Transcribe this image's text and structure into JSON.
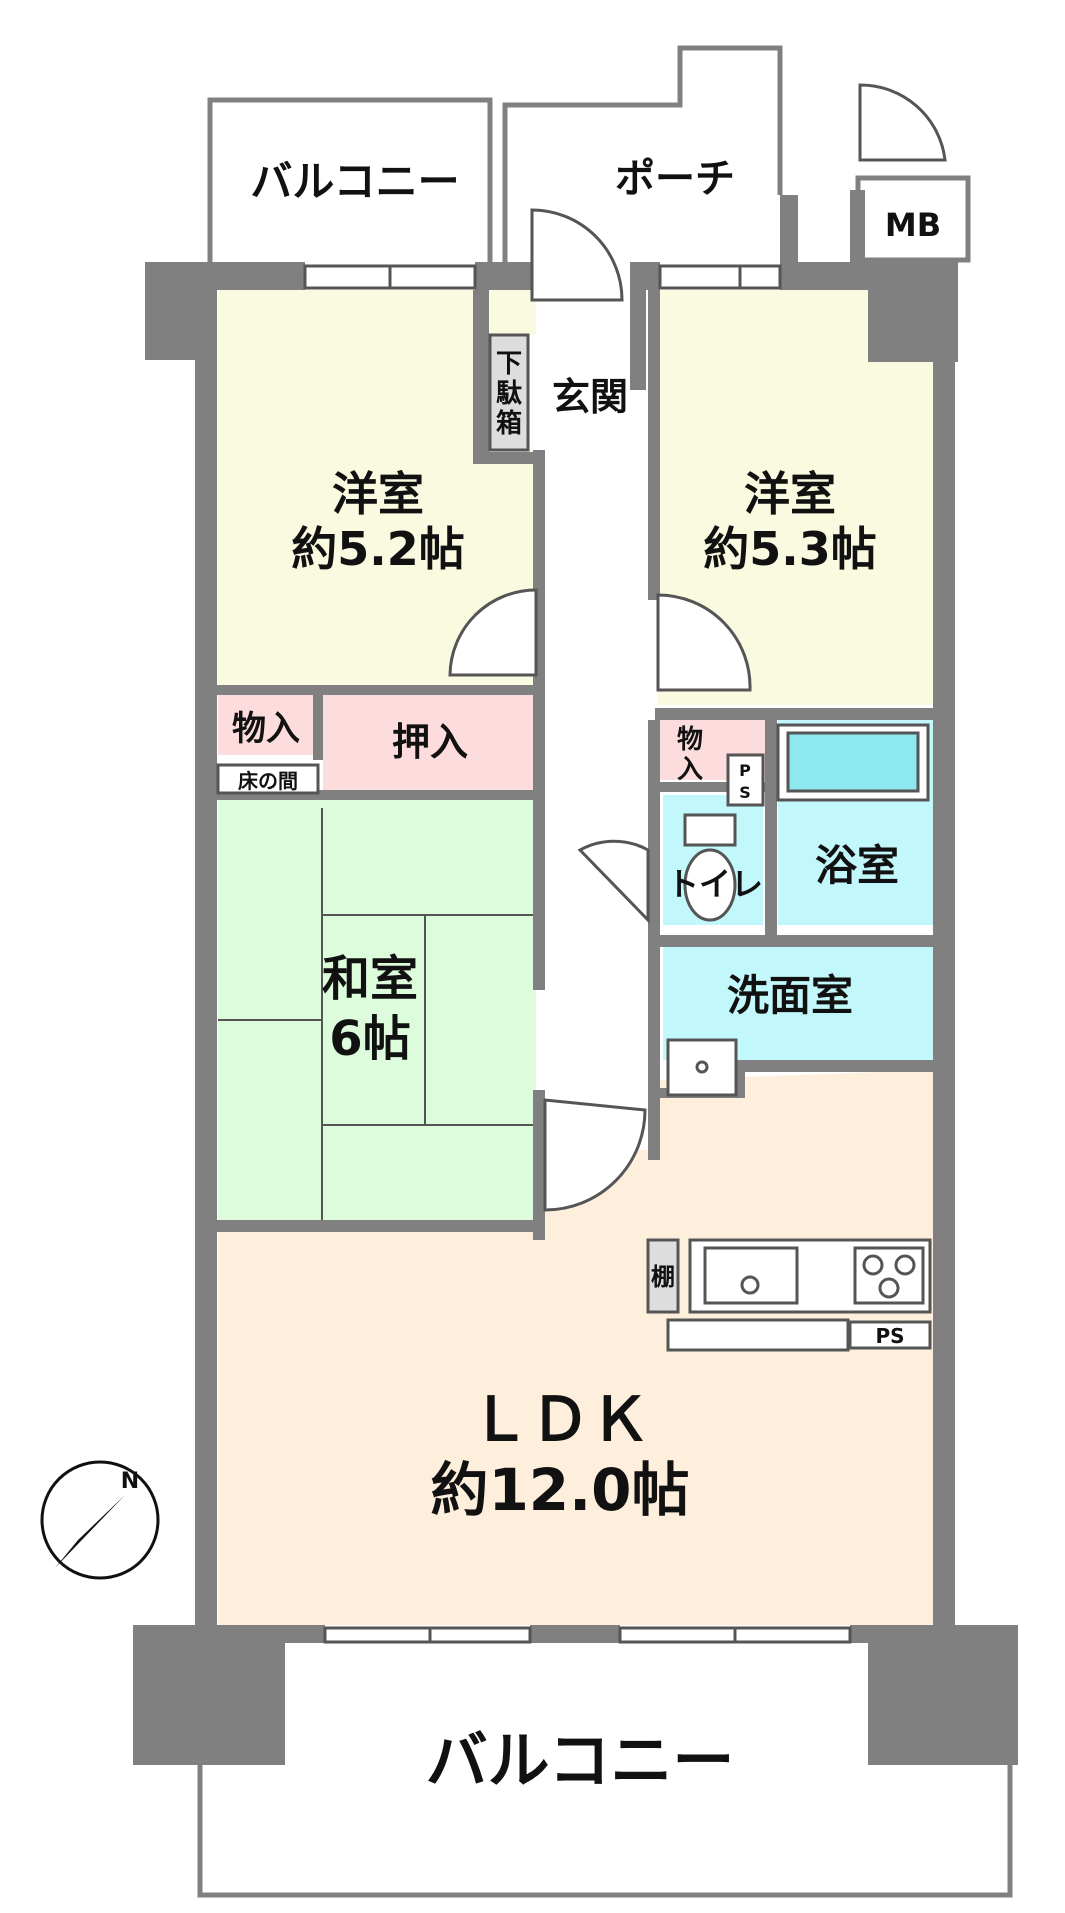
{
  "rooms": {
    "balcony_top": "バルコニー",
    "porch": "ポーチ",
    "mb": "MB",
    "genkan": "玄関",
    "getabako": [
      "下",
      "駄",
      "箱"
    ],
    "western_left": {
      "name": "洋室",
      "size": "約5.2帖"
    },
    "western_right": {
      "name": "洋室",
      "size": "約5.3帖"
    },
    "storage_left": "物入",
    "oshiire": "押入",
    "tokonoma": "床の間",
    "washitsu": {
      "name": "和室",
      "size": "6帖"
    },
    "storage_right": [
      "物",
      "入"
    ],
    "ps_small": [
      "P",
      "S"
    ],
    "toilet": "トイレ",
    "bath": "浴室",
    "washroom": "洗面室",
    "shelf": "棚",
    "ps_kitchen": "PS",
    "ldk": {
      "name": "ＬＤＫ",
      "size": "約12.0帖"
    },
    "balcony_bottom": "バルコニー"
  },
  "compass": {
    "label": "N"
  },
  "colors": {
    "wall": "#808080",
    "western": "#fafae0",
    "storage_pink": "#fcdcdc",
    "washitsu": "#dcfcdc",
    "wet_area": "#c2f8fc",
    "ldk": "#fdefdc",
    "tatami_line": "#555555"
  }
}
